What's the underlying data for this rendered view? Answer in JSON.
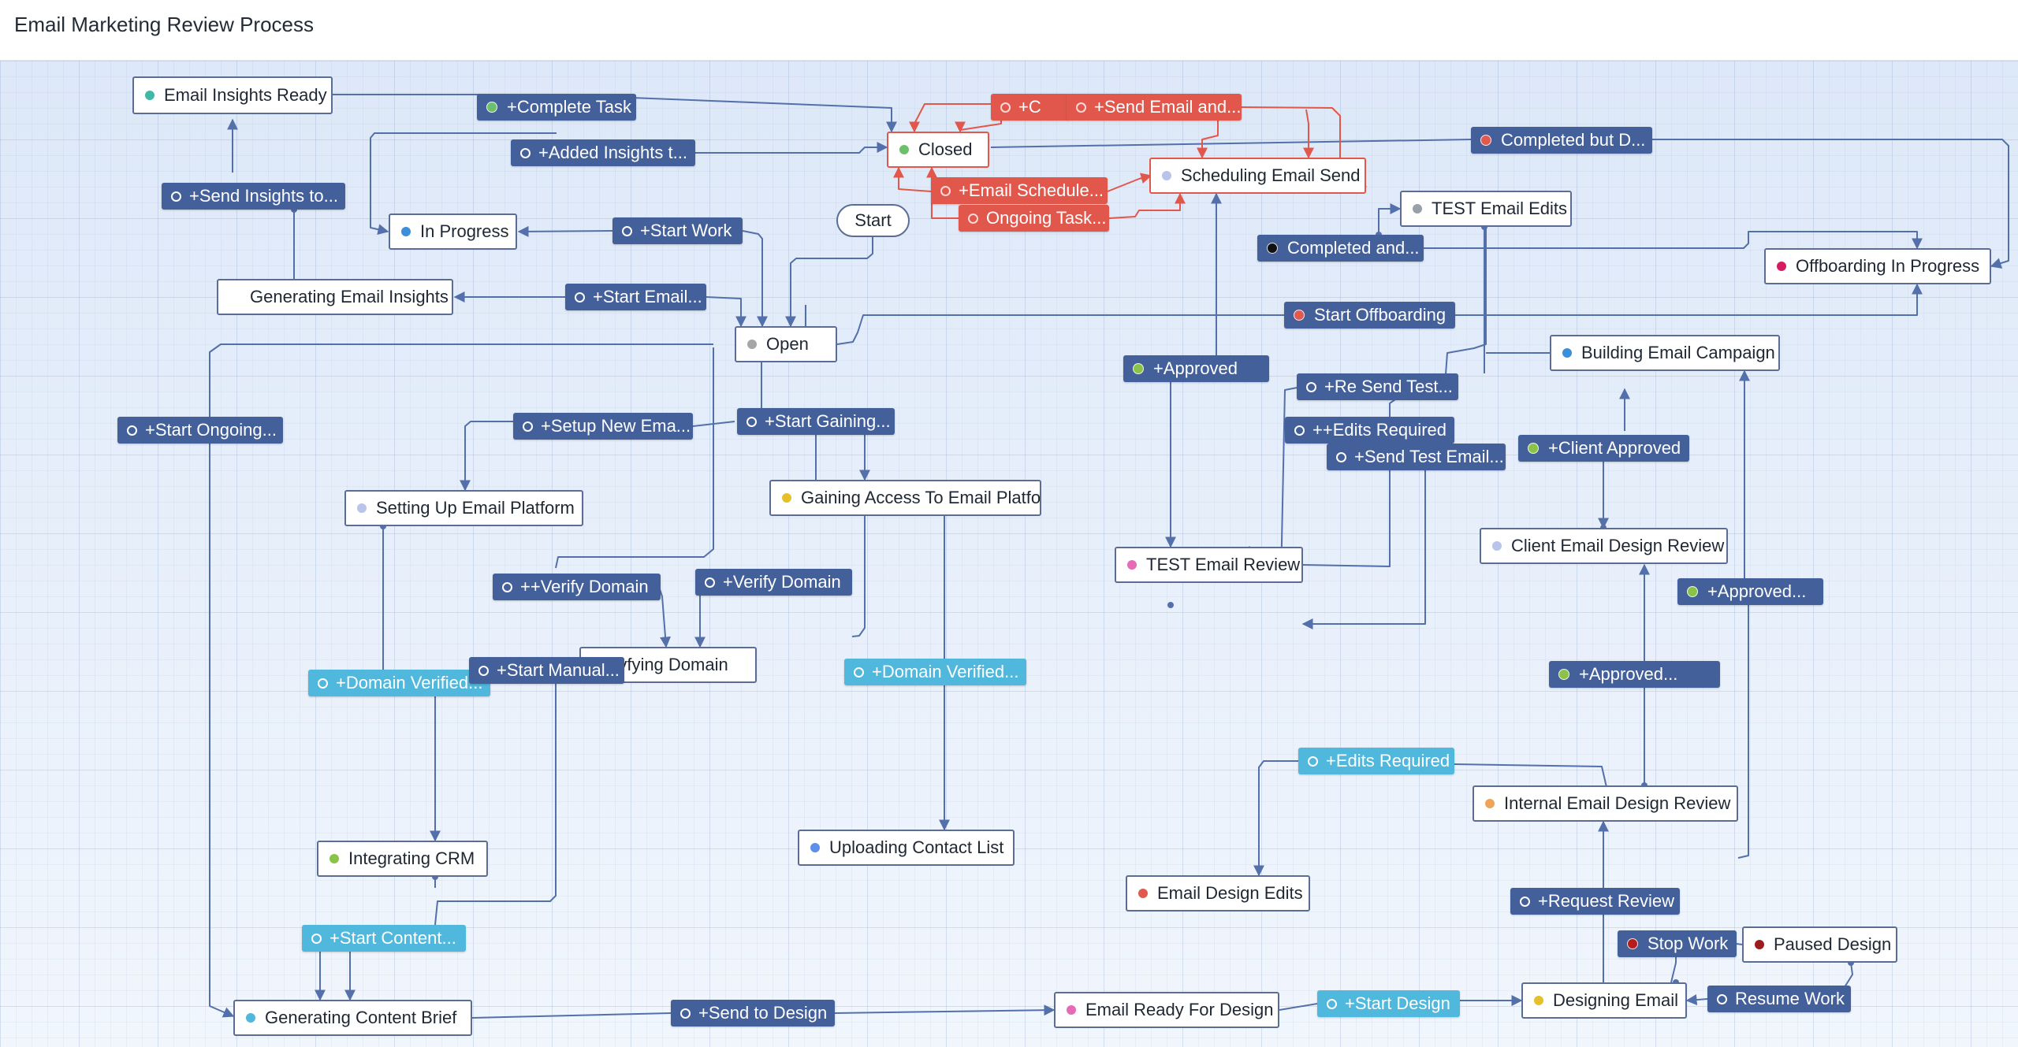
{
  "title": "Email Marketing Review Process",
  "colors": {
    "state_border": "#5b6d94",
    "transition_blue": "#43609b",
    "transition_cyan": "#4fb8dc",
    "transition_red": "#e2574c",
    "edge_blue": "#5470aa",
    "edge_red": "#e2574c"
  },
  "states": [
    {
      "id": "email_insights_ready",
      "label": "Email Insights Ready",
      "dot": "#3fb8a8"
    },
    {
      "id": "closed",
      "label": "Closed",
      "dot": "#6cc06c",
      "style": "red"
    },
    {
      "id": "scheduling_email_send",
      "label": "Scheduling Email Send",
      "dot": "#b8c4ea",
      "style": "red"
    },
    {
      "id": "test_email_edits",
      "label": "TEST Email Edits",
      "dot": "#9aa0aa"
    },
    {
      "id": "in_progress",
      "label": "In Progress",
      "dot": "#3b8fd8"
    },
    {
      "id": "start",
      "label": "Start",
      "style": "start"
    },
    {
      "id": "offboarding_in_progress",
      "label": "Offboarding In Progress",
      "dot": "#d81b60"
    },
    {
      "id": "generating_email_insights",
      "label": "Generating Email Insights"
    },
    {
      "id": "open",
      "label": "Open",
      "dot": "#a6a6a6"
    },
    {
      "id": "building_email_campaign",
      "label": "Building Email Campaign",
      "dot": "#3b8fd8"
    },
    {
      "id": "setting_up_email_platform",
      "label": "Setting Up Email Platform",
      "dot": "#b8c4ea"
    },
    {
      "id": "gaining_access",
      "label": "Gaining Access To Email Platfo",
      "dot": "#e5c02a"
    },
    {
      "id": "test_email_review",
      "label": "TEST Email Review",
      "dot": "#e56bb8"
    },
    {
      "id": "client_email_design_review",
      "label": "Client Email Design Review",
      "dot": "#b8c4ea"
    },
    {
      "id": "verifying_domain",
      "label": "ryfying Domain"
    },
    {
      "id": "internal_email_design_review",
      "label": "Internal Email Design Review",
      "dot": "#f0a45a"
    },
    {
      "id": "integrating_crm",
      "label": "Integrating CRM",
      "dot": "#8bc34a"
    },
    {
      "id": "uploading_contact_list",
      "label": "Uploading Contact List",
      "dot": "#5c8fe8"
    },
    {
      "id": "email_design_edits",
      "label": "Email Design Edits",
      "dot": "#e05a50"
    },
    {
      "id": "paused_design",
      "label": "Paused Design",
      "dot": "#9b1c1c"
    },
    {
      "id": "generating_content_brief",
      "label": "Generating Content Brief",
      "dot": "#4fb8dc"
    },
    {
      "id": "email_ready_for_design",
      "label": "Email Ready For Design",
      "dot": "#e56bb8"
    },
    {
      "id": "designing_email",
      "label": "Designing Email",
      "dot": "#e5c02a"
    }
  ],
  "transitions": [
    {
      "id": "t_complete_task",
      "label": "+Complete Task",
      "marker": "dot",
      "dot": "#6cc06c"
    },
    {
      "id": "t_send_email_and_c",
      "label": "+C",
      "style": "red",
      "marker": "ring"
    },
    {
      "id": "t_send_email_and",
      "label": "+Send Email and...",
      "style": "red",
      "marker": "ring"
    },
    {
      "id": "t_added_insights",
      "label": "+Added Insights t...",
      "marker": "ring"
    },
    {
      "id": "t_completed_but",
      "label": "Completed but D...",
      "marker": "dot",
      "dot": "#e05a50"
    },
    {
      "id": "t_send_insights",
      "label": "+Send Insights to...",
      "marker": "ring"
    },
    {
      "id": "t_email_schedule",
      "label": "+Email Schedule...",
      "style": "red",
      "marker": "ring"
    },
    {
      "id": "t_ongoing_task",
      "label": "Ongoing Task...",
      "style": "red",
      "marker": "ring"
    },
    {
      "id": "t_start_work",
      "label": "+Start Work",
      "marker": "ring"
    },
    {
      "id": "t_completed_and",
      "label": "Completed and...",
      "marker": "dot",
      "dot": "#111111"
    },
    {
      "id": "t_start_email",
      "label": "+Start Email...",
      "marker": "ring"
    },
    {
      "id": "t_start_offboarding",
      "label": "Start Offboarding",
      "marker": "dot",
      "dot": "#e05a50"
    },
    {
      "id": "t_approved",
      "label": "+Approved",
      "marker": "dot",
      "dot": "#8bc34a"
    },
    {
      "id": "t_re_send_test",
      "label": "+Re Send Test...",
      "marker": "ring"
    },
    {
      "id": "t_start_ongoing",
      "label": "+Start Ongoing...",
      "marker": "ring"
    },
    {
      "id": "t_setup_new_ema",
      "label": "+Setup New Ema...",
      "marker": "ring"
    },
    {
      "id": "t_start_gaining",
      "label": "+Start Gaining...",
      "marker": "ring"
    },
    {
      "id": "t_edits_required_pp",
      "label": "++Edits Required",
      "marker": "ring"
    },
    {
      "id": "t_client_approved",
      "label": "+Client Approved",
      "marker": "dot",
      "dot": "#8bc34a"
    },
    {
      "id": "t_send_test_email",
      "label": "+Send Test Email...",
      "marker": "ring"
    },
    {
      "id": "t_verify_domain_pp",
      "label": "++Verify Domain",
      "marker": "ring"
    },
    {
      "id": "t_verify_domain",
      "label": "+Verify Domain",
      "marker": "ring"
    },
    {
      "id": "t_approved_dots_1",
      "label": "+Approved...",
      "marker": "dot",
      "dot": "#8bc34a"
    },
    {
      "id": "t_domain_verified_1",
      "label": "+Domain Verified...",
      "style": "cyan",
      "marker": "ring"
    },
    {
      "id": "t_start_manual",
      "label": "+Start Manual...",
      "marker": "ring"
    },
    {
      "id": "t_domain_verified_2",
      "label": "+Domain Verified...",
      "style": "cyan",
      "marker": "ring"
    },
    {
      "id": "t_approved_dots_2",
      "label": "+Approved...",
      "marker": "dot",
      "dot": "#8bc34a"
    },
    {
      "id": "t_edits_required",
      "label": "+Edits Required",
      "style": "cyan",
      "marker": "ring"
    },
    {
      "id": "t_request_review",
      "label": "+Request Review",
      "marker": "ring"
    },
    {
      "id": "t_stop_work",
      "label": "Stop Work",
      "marker": "dot",
      "dot": "#b71c1c"
    },
    {
      "id": "t_start_content",
      "label": "+Start Content...",
      "style": "cyan",
      "marker": "ring"
    },
    {
      "id": "t_send_to_design",
      "label": "+Send to Design",
      "marker": "ring"
    },
    {
      "id": "t_start_design",
      "label": "+Start Design",
      "style": "cyan",
      "marker": "ring"
    },
    {
      "id": "t_resume_work",
      "label": "Resume Work",
      "marker": "ring"
    }
  ]
}
